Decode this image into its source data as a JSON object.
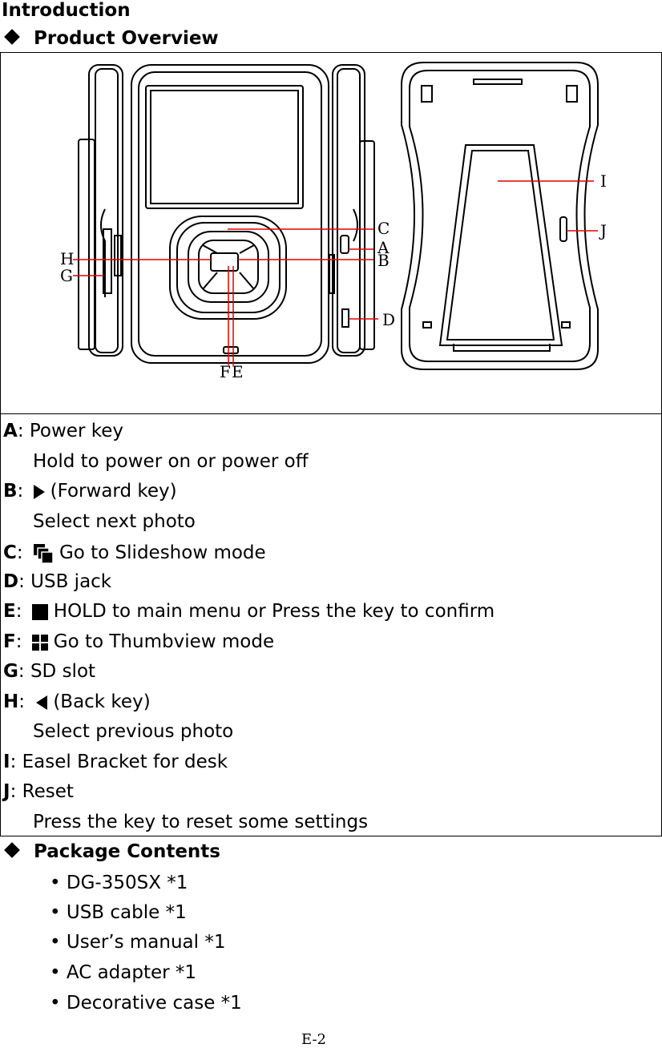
{
  "heading": "Introduction",
  "sections": {
    "overview": "Product Overview",
    "package": "Package Contents"
  },
  "diagram_labels": {
    "A": "A",
    "B": "B",
    "C": "C",
    "D": "D",
    "E": "E",
    "F": "F",
    "G": "G",
    "H": "H",
    "I": "I",
    "J": "J"
  },
  "legend": {
    "A": {
      "letter": "A",
      "text": ": Power key",
      "desc": "Hold to power on or power off"
    },
    "B": {
      "letter": "B",
      "text": "(Forward key)",
      "desc": "Select next photo"
    },
    "C": {
      "letter": "C",
      "text": "Go to Slideshow mode"
    },
    "D": {
      "letter": "D",
      "text": ": USB jack"
    },
    "E": {
      "letter": "E",
      "text": "HOLD to main menu or Press the key to confirm"
    },
    "F": {
      "letter": "F",
      "text": "Go to Thumbview mode"
    },
    "G": {
      "letter": "G",
      "text": ": SD slot"
    },
    "H": {
      "letter": "H",
      "text": "(Back key)",
      "desc": "Select previous photo"
    },
    "I": {
      "letter": "I",
      "text": ": Easel Bracket for desk"
    },
    "J": {
      "letter": "J",
      "text": ": Reset",
      "desc": "Press the key to reset some settings"
    }
  },
  "package_items": [
    "• DG-350SX *1",
    "• USB cable *1",
    "• User’s manual *1",
    "• AC adapter *1",
    "• Decorative case *1"
  ],
  "footer": "E-2",
  "icons": {
    "forward": "play-right-icon",
    "slideshow": "stacked-photos-icon",
    "confirm": "square-icon",
    "thumbview": "grid-icon",
    "back": "play-left-icon"
  },
  "colors": {
    "callout": "#e00000",
    "ink": "#000000"
  }
}
